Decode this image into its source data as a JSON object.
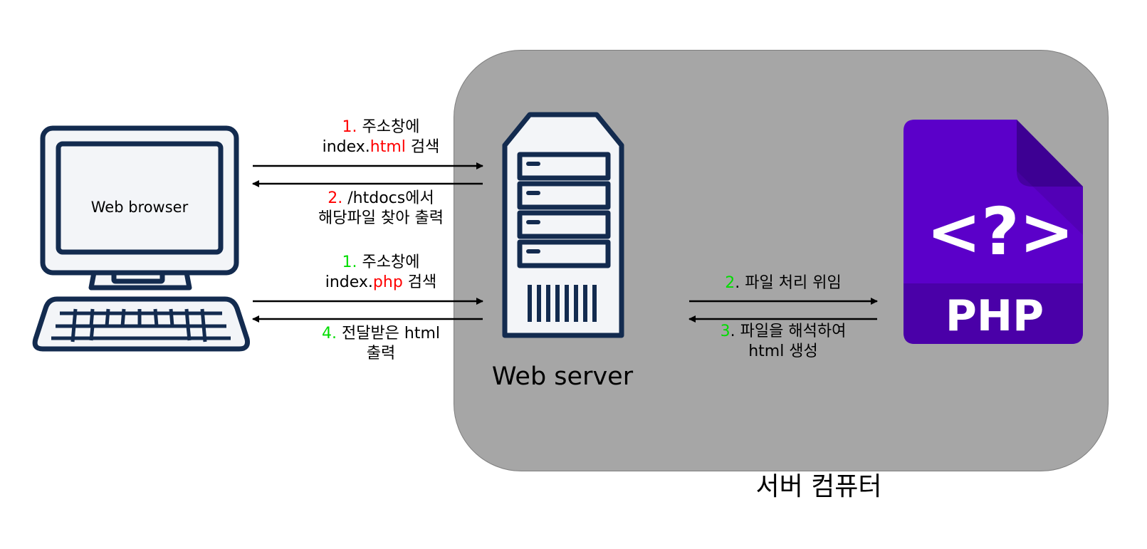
{
  "client": {
    "screen_label": "Web browser"
  },
  "server": {
    "name": "Web server",
    "computer_label": "서버 컴퓨터"
  },
  "php": {
    "badge": "PHP",
    "glyph": "<?>"
  },
  "flows": {
    "html_request": {
      "num": "1.",
      "line1": "주소창에",
      "prefix": "index.",
      "ext": "html",
      "suffix": " 검색"
    },
    "html_response": {
      "num": "2.",
      "line1": " /htdocs에서",
      "line2": "해당파일 찾아 출력"
    },
    "php_request": {
      "num": "1.",
      "line1": " 주소창에",
      "prefix": "index.",
      "ext": "php",
      "suffix": " 검색"
    },
    "php_response": {
      "num": "4.",
      "line1": " 전달받은 html",
      "line2": "출력"
    },
    "delegate": {
      "num": "2",
      "text": ". 파일 처리 위임"
    },
    "interpret": {
      "num": "3",
      "line1": ". 파일을 해석하여",
      "line2": "html 생성"
    }
  },
  "colors": {
    "server_box": "#a6a6a6",
    "icon_navy": "#132b4f",
    "php_purple": "#5b00c9",
    "highlight_red": "#ff0000",
    "highlight_green": "#00dd00"
  }
}
